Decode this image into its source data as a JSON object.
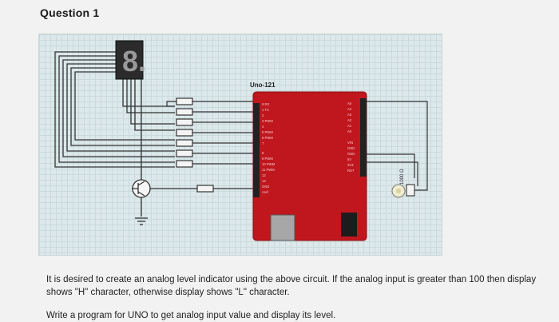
{
  "heading": "Question 1",
  "circuit": {
    "board_label": "Uno-121",
    "board_color": "#c0161d",
    "display_glyph": "8.",
    "pins_left": [
      "8 RX",
      "1 TX",
      "2",
      "3 PWM",
      "4",
      "5 PWM",
      "6 PWM",
      "7",
      "8",
      "9 PWM",
      "10 PWM",
      "11 PWM",
      "12",
      "13",
      "GND",
      "Aref"
    ],
    "pins_right": [
      "A5",
      "A4",
      "A3",
      "A2",
      "A1",
      "A0",
      "",
      "VIN",
      "GND",
      "GND",
      "5V",
      "3V3",
      "RST"
    ],
    "pot_label": "1000 Ω",
    "icons": [
      "seven-segment-display",
      "npn-transistor",
      "resistor",
      "potentiometer",
      "ground-symbol",
      "usb-port",
      "dc-jack"
    ]
  },
  "paragraph1": "It is desired to create an analog level indicator using the above circuit. If the analog input is greater than 100 then display shows \"H\" character, otherwise display shows \"L\" character.",
  "paragraph2": "Write a program for UNO to get analog input value and display its level."
}
